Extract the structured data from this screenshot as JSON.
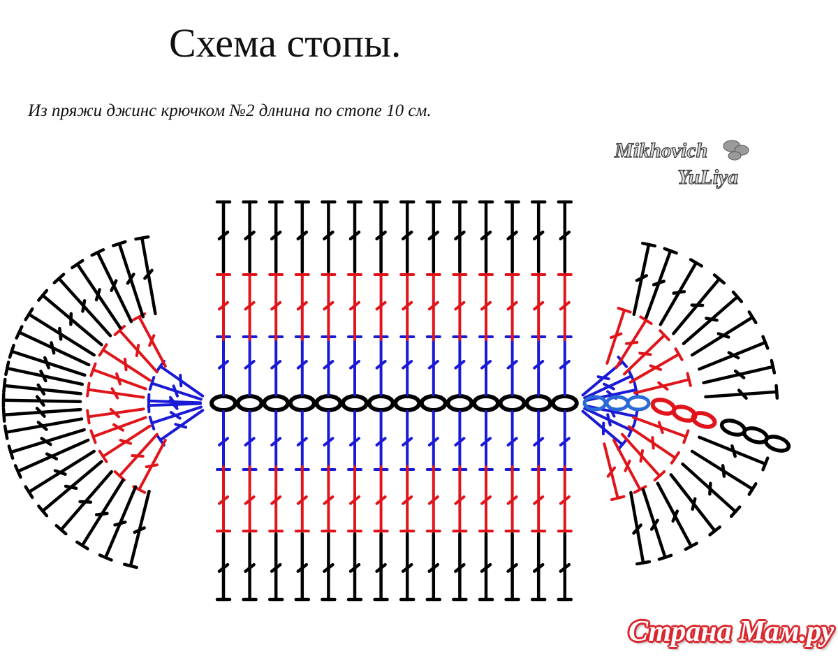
{
  "title": "Схема стопы.",
  "subtitle": "Из пряжи джинс  крючком №2 длнина по стопе 10 см.",
  "signature": {
    "line1": "Mikhovich",
    "line2": "YuLiya"
  },
  "brand": "Страна Мам.ру",
  "colors": {
    "chain": "#000000",
    "round1": "#1a1ad6",
    "round2": "#e0151b",
    "round3": "#000000",
    "turning_chain_round1": "#2a6ad8",
    "turning_chain_round2": "#e0151b",
    "turning_chain_round3": "#000000",
    "brand": "#d9272e"
  },
  "diagram": {
    "foundation_chain_count": 14,
    "rounds": [
      {
        "name": "round-1",
        "color": "round1",
        "stitch": "double-crochet",
        "turning_chain": 3
      },
      {
        "name": "round-2",
        "color": "round2",
        "stitch": "double-crochet",
        "turning_chain": 3
      },
      {
        "name": "round-3",
        "color": "round3",
        "stitch": "double-crochet",
        "turning_chain": 3
      }
    ]
  }
}
